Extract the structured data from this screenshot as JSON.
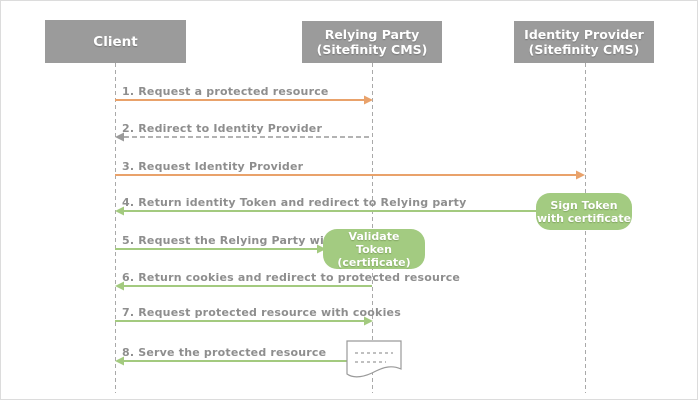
{
  "diagram": {
    "type": "sequence-diagram",
    "actors": [
      {
        "id": "client",
        "lines": [
          "Client"
        ]
      },
      {
        "id": "relying-party",
        "lines": [
          "Relying Party",
          "(Sitefinity CMS)"
        ]
      },
      {
        "id": "identity-provider",
        "lines": [
          "Identity Provider",
          "(Sitefinity CMS)"
        ]
      }
    ],
    "messages": [
      {
        "label": "1. Request a protected resource",
        "from": "Client",
        "to": "Relying Party (Sitefinity CMS)",
        "style": "solid",
        "color_key": "orange_arrow"
      },
      {
        "label": "2. Redirect to Identity Provider",
        "from": "Relying Party (Sitefinity CMS)",
        "to": "Client",
        "style": "dashed",
        "color_key": "dashed_arrow"
      },
      {
        "label": "3. Request Identity Provider",
        "from": "Client",
        "to": "Identity Provider (Sitefinity CMS)",
        "style": "solid",
        "color_key": "orange_arrow"
      },
      {
        "label": "4. Return identity Token and redirect to Relying party",
        "from": "Identity Provider (Sitefinity CMS)",
        "to": "Client",
        "style": "solid",
        "color_key": "green_arrow"
      },
      {
        "label": "5. Request the Relying Party with the Token",
        "from": "Client",
        "to": "Relying Party (Sitefinity CMS)",
        "style": "solid",
        "color_key": "green_arrow"
      },
      {
        "label": "6. Return cookies and redirect to protected resource",
        "from": "Relying Party (Sitefinity CMS)",
        "to": "Client",
        "style": "solid",
        "color_key": "green_arrow"
      },
      {
        "label": "7. Request protected resource with cookies",
        "from": "Client",
        "to": "Relying Party (Sitefinity CMS)",
        "style": "solid",
        "color_key": "green_arrow"
      },
      {
        "label": "8. Serve the protected resource",
        "from": "Relying Party (Sitefinity CMS)",
        "to": "Client",
        "style": "solid",
        "color_key": "green_arrow"
      }
    ],
    "notes": [
      {
        "id": "sign-token",
        "lines": [
          "Sign Token",
          "with certificate"
        ],
        "attached_to": "Identity Provider (Sitefinity CMS)"
      },
      {
        "id": "validate-token",
        "lines": [
          "Validate",
          "Token (certificate)"
        ],
        "attached_to": "Relying Party (Sitefinity CMS)"
      }
    ],
    "icons": [
      {
        "id": "document",
        "meaning": "protected resource document",
        "attached_to": "Relying Party (Sitefinity CMS)"
      }
    ],
    "colors": {
      "actor_bg": "#9b9b9b",
      "actor_text": "#ffffff",
      "orange_arrow": "#e9a26b",
      "green_arrow": "#a3ca7f",
      "dashed_arrow": "#9a9a9a",
      "note_bg": "#a3cb81",
      "note_text": "#ffffff",
      "label_text": "#8e8e8e",
      "lifeline": "#a9a9a9"
    }
  }
}
